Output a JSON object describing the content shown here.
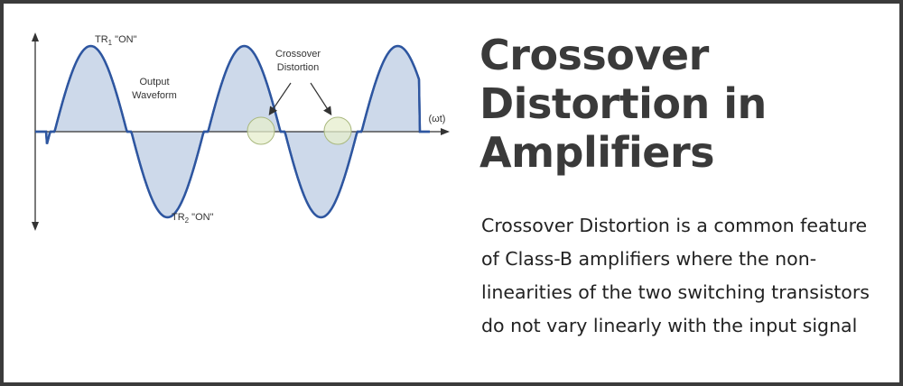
{
  "heading": "Crossover Distortion in Amplifiers",
  "description": "Crossover Distortion is a common feature of Class-B amplifiers where the non-linearities of the two switching transistors do not vary linearly with the input signal",
  "diagram": {
    "tr1_label": "TR1 \"ON\"",
    "tr1_prefix": "TR",
    "tr1_sub": "1",
    "tr1_suffix": " \"ON\"",
    "tr2_label": "TR2 \"ON\"",
    "tr2_prefix": "TR",
    "tr2_sub": "2",
    "tr2_suffix": " \"ON\"",
    "output_label_line1": "Output",
    "output_label_line2": "Waveform",
    "crossover_label_line1": "Crossover",
    "crossover_label_line2": "Distortion",
    "axis_label": "(ωt)"
  },
  "colors": {
    "waveform_stroke": "#2e56a0",
    "waveform_fill": "#cdd9ea",
    "distortion_highlight": "#e6eecc",
    "axis": "#333333",
    "heading": "#3a3a3a",
    "text": "#222222",
    "frame": "#3b3b3b"
  }
}
